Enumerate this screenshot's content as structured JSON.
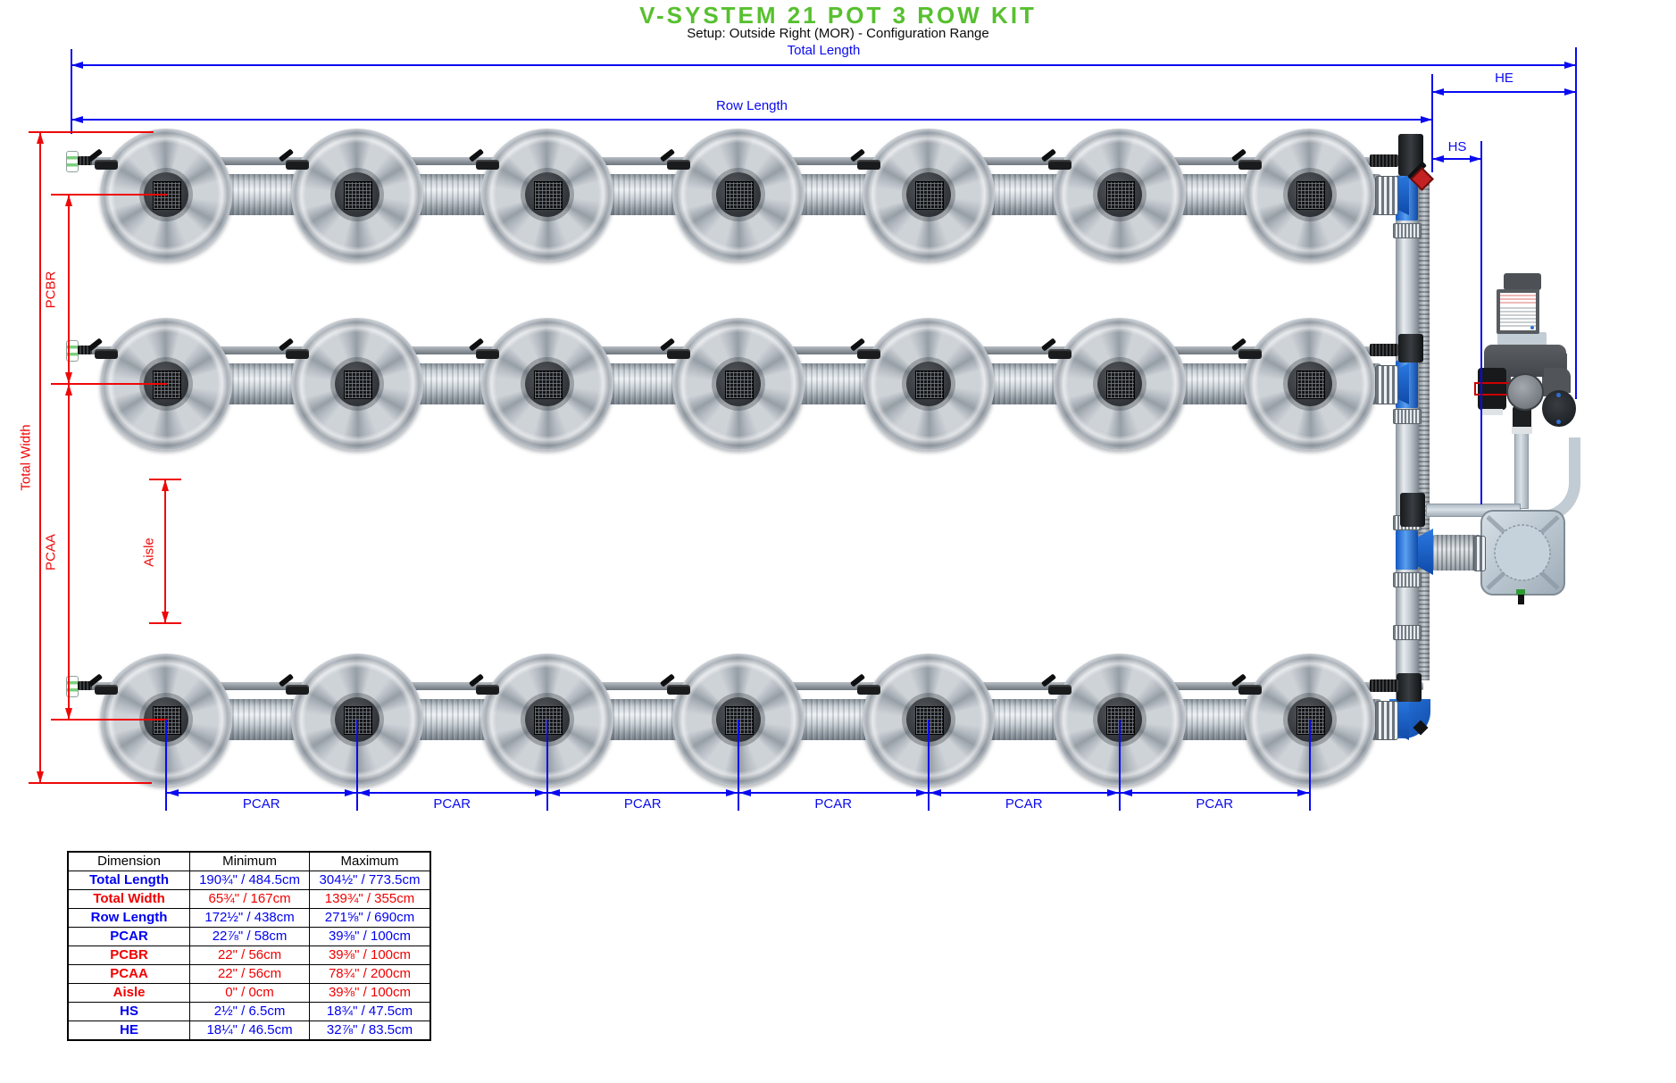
{
  "title": "V-SYSTEM 21 POT 3 ROW KIT",
  "subtitle": "Setup: Outside Right (MOR) - Configuration Range",
  "colors": {
    "accent_green": "#57c02f",
    "dimension_blue": "#0a0af0",
    "dimension_red": "#ee0808"
  },
  "diagram": {
    "rows": 3,
    "pots_per_row": 7,
    "pcar_segments": 6,
    "dim_labels": {
      "total_length": "Total Length",
      "row_length": "Row Length",
      "he": "HE",
      "hs": "HS",
      "pcar": "PCAR",
      "pcbr": "PCBR",
      "pcaa": "PCAA",
      "aisle": "Aisle",
      "total_width": "Total Width"
    }
  },
  "table": {
    "headers": [
      "Dimension",
      "Minimum",
      "Maximum"
    ],
    "rows": [
      {
        "dimension": "Total Length",
        "min": "190¾\" / 484.5cm",
        "max": "304½\" / 773.5cm",
        "color": "blue"
      },
      {
        "dimension": "Total Width",
        "min": "65¾\" / 167cm",
        "max": "139¾\" / 355cm",
        "color": "red"
      },
      {
        "dimension": "Row Length",
        "min": "172½\" / 438cm",
        "max": "271⅝\" / 690cm",
        "color": "blue"
      },
      {
        "dimension": "PCAR",
        "min": "22⅞\" / 58cm",
        "max": "39⅜\" / 100cm",
        "color": "blue"
      },
      {
        "dimension": "PCBR",
        "min": "22\" / 56cm",
        "max": "39⅜\" / 100cm",
        "color": "red"
      },
      {
        "dimension": "PCAA",
        "min": "22\" / 56cm",
        "max": "78¾\" / 200cm",
        "color": "red"
      },
      {
        "dimension": "Aisle",
        "min": "0\" / 0cm",
        "max": "39⅜\" / 100cm",
        "color": "red"
      },
      {
        "dimension": "HS",
        "min": "2½\" / 6.5cm",
        "max": "18¾\" / 47.5cm",
        "color": "blue"
      },
      {
        "dimension": "HE",
        "min": "18¼\" / 46.5cm",
        "max": "32⅞\" / 83.5cm",
        "color": "blue"
      }
    ]
  }
}
